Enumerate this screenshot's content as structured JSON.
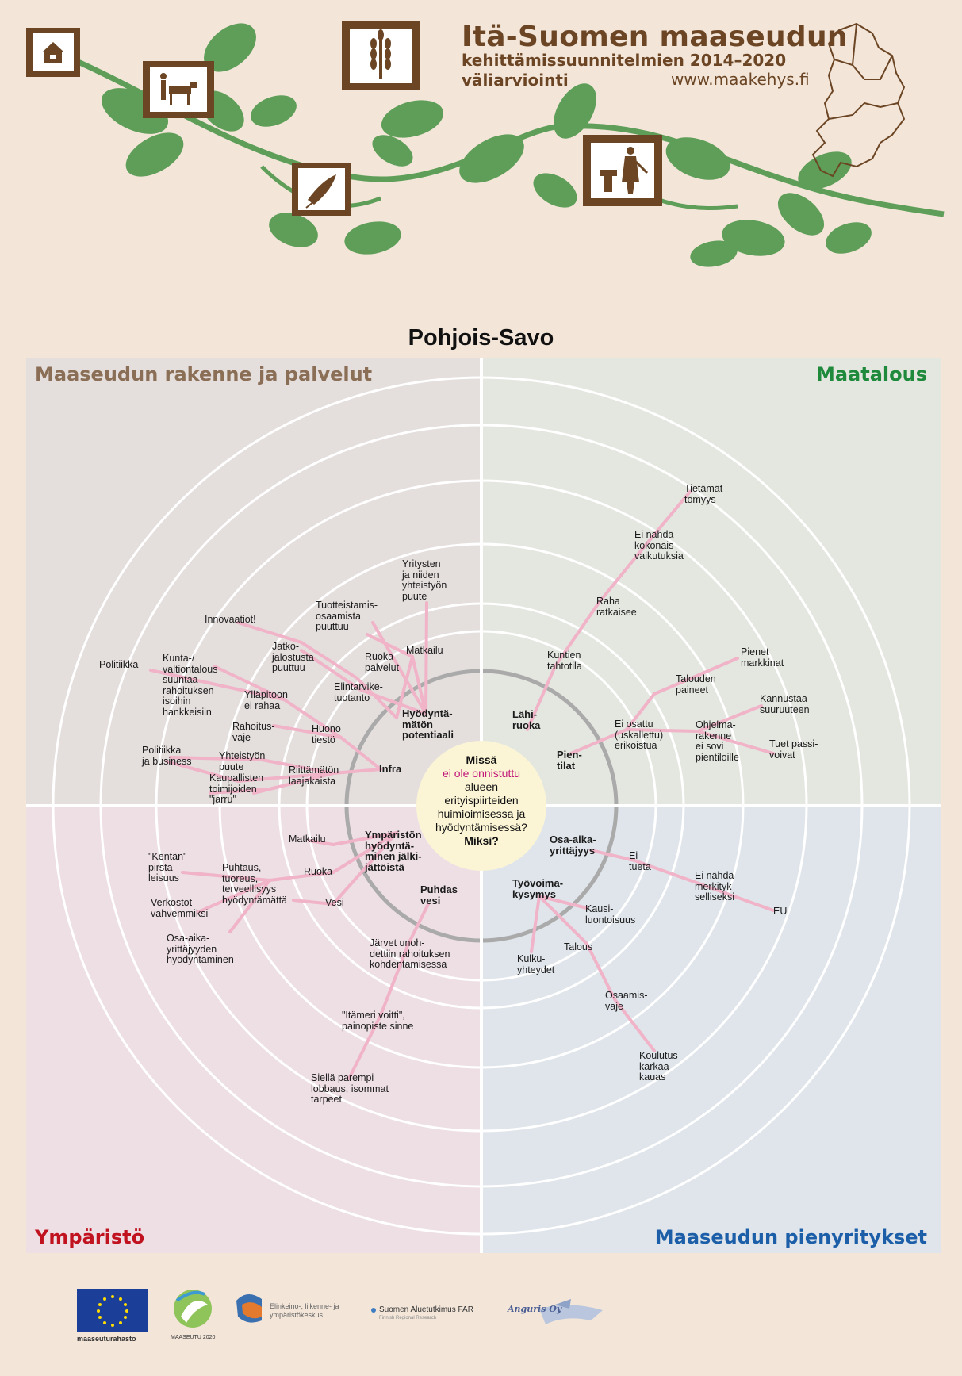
{
  "header": {
    "title": "Itä-Suomen maaseudun",
    "subtitle_line1": "kehittämissuunnitelmien 2014–2020",
    "subtitle_line2": "väliarviointi",
    "url": "www.maakehys.fi",
    "icons": [
      "house-icon",
      "farmer-cow-icon",
      "grain-icon",
      "fish-icon",
      "craftsman-icon"
    ]
  },
  "region_title": "Pohjois-Savo",
  "quadrants": {
    "top_left": "Maaseudun rakenne ja palvelut",
    "top_right": "Maatalous",
    "bottom_left": "Ympäristö",
    "bottom_right": "Maaseudun pienyritykset"
  },
  "center": {
    "line1": "Missä",
    "line2": "ei ole onnistuttu",
    "line3": "alueen",
    "line4": "erityispiirteiden",
    "line5": "huimioimisessa ja",
    "line6": "hyödyntämisessä?",
    "line7": "Miksi?"
  },
  "labels": {
    "hyodyntamaton": "Hyödyntä-\nmätön\npotentiaali",
    "infra": "Infra",
    "yritysten": "Yritysten\nja niiden\nyhteistyön\npuute",
    "tuotteistamis": "Tuotteistamis-\nosaamista\npuuttuu",
    "matkailu1": "Matkailu",
    "ruokapalvelut": "Ruoka-\npalvelut",
    "innovaatiot": "Innovaatiot!",
    "jatkojalostusta": "Jatko-\njalostusta\npuuttuu",
    "elintarvike": "Elintarvike-\ntuotanto",
    "politiikka1": "Politiikka",
    "kunta": "Kunta-/\nvaltiontalous\nsuuntaa\nrahoituksen\nisoihin\nhankkeisiin",
    "yllapitoon": "Ylläpitoon\nei rahaa",
    "rahoitusvaje": "Rahoitus-\nvaje",
    "huono": "Huono\ntiestö",
    "politiikka2": "Politiikka\nja business",
    "yhteistyon": "Yhteistyön\npuute",
    "riittamaton": "Riittämätön\nlaajakaista",
    "kaupallisten": "Kaupallisten\ntoimijoiden\n\"jarru\"",
    "lahiruoka": "Lähi-\nruoka",
    "kuntien": "Kuntien\ntahtotila",
    "raha": "Raha\nratkaisee",
    "ei_nahda_kok": "Ei nähdä\nkokonais-\nvaikutuksia",
    "tietamattomyys": "Tietämät-\ntömyys",
    "pientilat": "Pien-\ntilat",
    "ei_osattu": "Ei osattu\n(uskallettu)\nerikoistua",
    "talouden": "Talouden\npaineet",
    "pienet": "Pienet\nmarkkinat",
    "ohjelma": "Ohjelma-\nrakenne\nei sovi\npientiloille",
    "kannustaa": "Kannustaa\nsuuruuteen",
    "tuet": "Tuet passi-\nvoivat",
    "ymparisto_hyod": "Ympäristön\nhyödyntä-\nminen jälki-\njättöistä",
    "matkailu2": "Matkailu",
    "ruoka": "Ruoka",
    "vesi": "Vesi",
    "puhtaus": "Puhtaus,\ntuoreus,\nterveellisyys\nhyödyntämättä",
    "kentan": "\"Kentän\"\npirsta-\nleisuus",
    "verkostot": "Verkostot\nvahvemmiksi",
    "osa_aika_hyod": "Osa-aika-\nyrittäjyyden\nhyödyntäminen",
    "puhdas_vesi": "Puhdas\nvesi",
    "jarvet": "Järvet unoh-\ndettiin rahoituksen\nkohdentamisessa",
    "itameri": "\"Itämeri voitti\",\npainopiste sinne",
    "siella": "Siellä parempi\nlobbaus, isommat\ntarpeet",
    "osa_aika": "Osa-aika-\nyrittäjyys",
    "ei_tueta": "Ei\ntueta",
    "ei_nahda_merk": "Ei nähdä\nmerkityk-\nselliseksi",
    "eu": "EU",
    "tyovoima": "Työvoima-\nkysymys",
    "kausi": "Kausi-\nluontoisuus",
    "talous": "Talous",
    "kulkuyhteydet": "Kulku-\nyhteydet",
    "osaamisvaje": "Osaamis-\nvaje",
    "koulutus": "Koulutus\nkarkaa\nkauas"
  },
  "footer": {
    "eu_caption": "maaseuturahasto",
    "maaseutu_caption": "MAASEUTU 2020",
    "ely": "Elinkeino-, liikenne- ja\nympäristökeskus",
    "far": "Suomen Aluetutkimus FAR",
    "far_sub": "Finnish Regional Research",
    "aguris": "Anguris Oy"
  },
  "colors": {
    "background": "#f3e6d9",
    "q_top_left": "#e4dedd",
    "q_top_right": "#e4e7e0",
    "q_bottom_left": "#eddfe4",
    "q_bottom_right": "#dfe5ea",
    "connector": "#f0b3c8",
    "leaf": "#5e9e58",
    "brown": "#6b4524"
  }
}
